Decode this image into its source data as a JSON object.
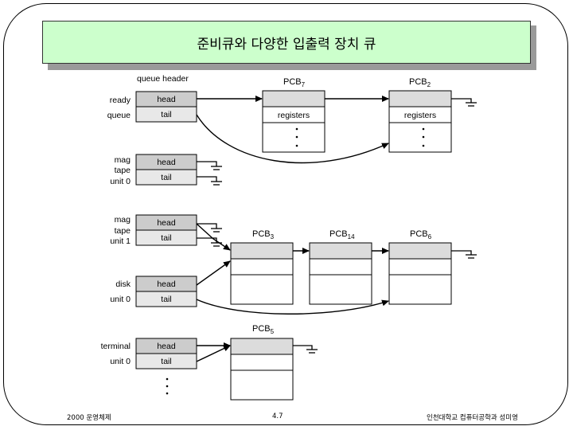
{
  "title": "준비큐와 다양한 입출력 장치 큐",
  "queue_header_label": "queue header",
  "cell_labels": {
    "head": "head",
    "tail": "tail",
    "registers": "registers"
  },
  "queues": [
    {
      "id": "ready",
      "lines": [
        "ready",
        "queue"
      ]
    },
    {
      "id": "mag0",
      "lines": [
        "mag",
        "tape",
        "unit 0"
      ]
    },
    {
      "id": "mag1",
      "lines": [
        "mag",
        "tape",
        "unit 1"
      ]
    },
    {
      "id": "disk",
      "lines": [
        "disk",
        "unit 0"
      ]
    },
    {
      "id": "term",
      "lines": [
        "terminal",
        "unit 0"
      ]
    }
  ],
  "pcbs": [
    {
      "id": "pcb7",
      "name": "PCB",
      "sub": "7"
    },
    {
      "id": "pcb2",
      "name": "PCB",
      "sub": "2"
    },
    {
      "id": "pcb3",
      "name": "PCB",
      "sub": "3"
    },
    {
      "id": "pcb14",
      "name": "PCB",
      "sub": "14"
    },
    {
      "id": "pcb6",
      "name": "PCB",
      "sub": "6"
    },
    {
      "id": "pcb5",
      "name": "PCB",
      "sub": "5"
    }
  ],
  "footer": {
    "left": "2000 운영체제",
    "center": "4.7",
    "right": "인천대학교 컴퓨터공학과 성미영"
  }
}
